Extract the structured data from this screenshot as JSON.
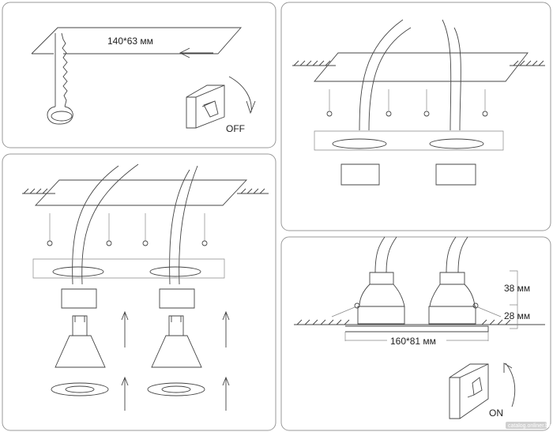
{
  "panels": {
    "step1": {
      "cutout_label": "140*63 мм",
      "switch_label": "OFF"
    },
    "step4": {
      "depth_top_label": "38 мм",
      "depth_bottom_label": "28 мм",
      "width_label": "160*81 мм",
      "switch_label": "ON"
    }
  },
  "watermark": "catalog.onliner.by",
  "colors": {
    "line": "#444444",
    "panel_border": "#999999"
  }
}
